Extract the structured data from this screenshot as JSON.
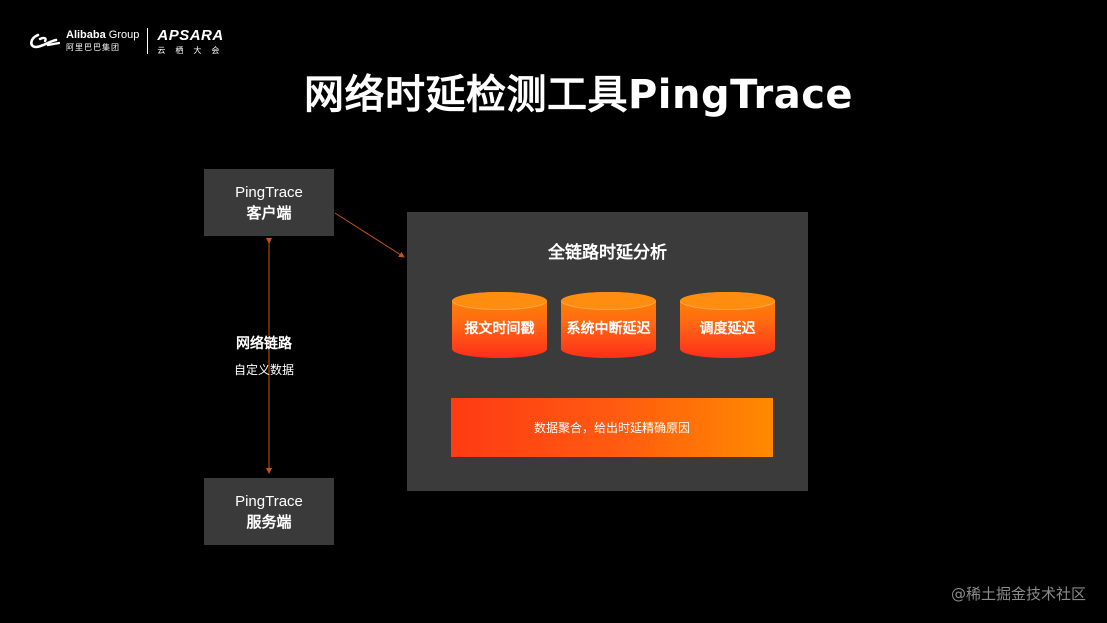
{
  "logo": {
    "alibaba_en": "Alibaba",
    "alibaba_en_suffix": "Group",
    "alibaba_cn": "阿里巴巴集团",
    "apsara_en": "APSARA",
    "apsara_cn": "云栖大会"
  },
  "title": "网络时延检测工具PingTrace",
  "client": {
    "line1": "PingTrace",
    "line2": "客户端"
  },
  "server": {
    "line1": "PingTrace",
    "line2": "服务端"
  },
  "link": {
    "label": "网络链路",
    "sub": "自定义数据"
  },
  "panel": {
    "title": "全链路时延分析",
    "cylinders": [
      "报文时间戳",
      "系统中断延迟",
      "调度延迟"
    ],
    "result": "数据聚合，给出时延精确原因"
  },
  "watermark": "@稀土掘金技术社区",
  "colors": {
    "background": "#000000",
    "box": "#3a3a3a",
    "accent": "#ff6a13",
    "line": "#c8501c"
  }
}
